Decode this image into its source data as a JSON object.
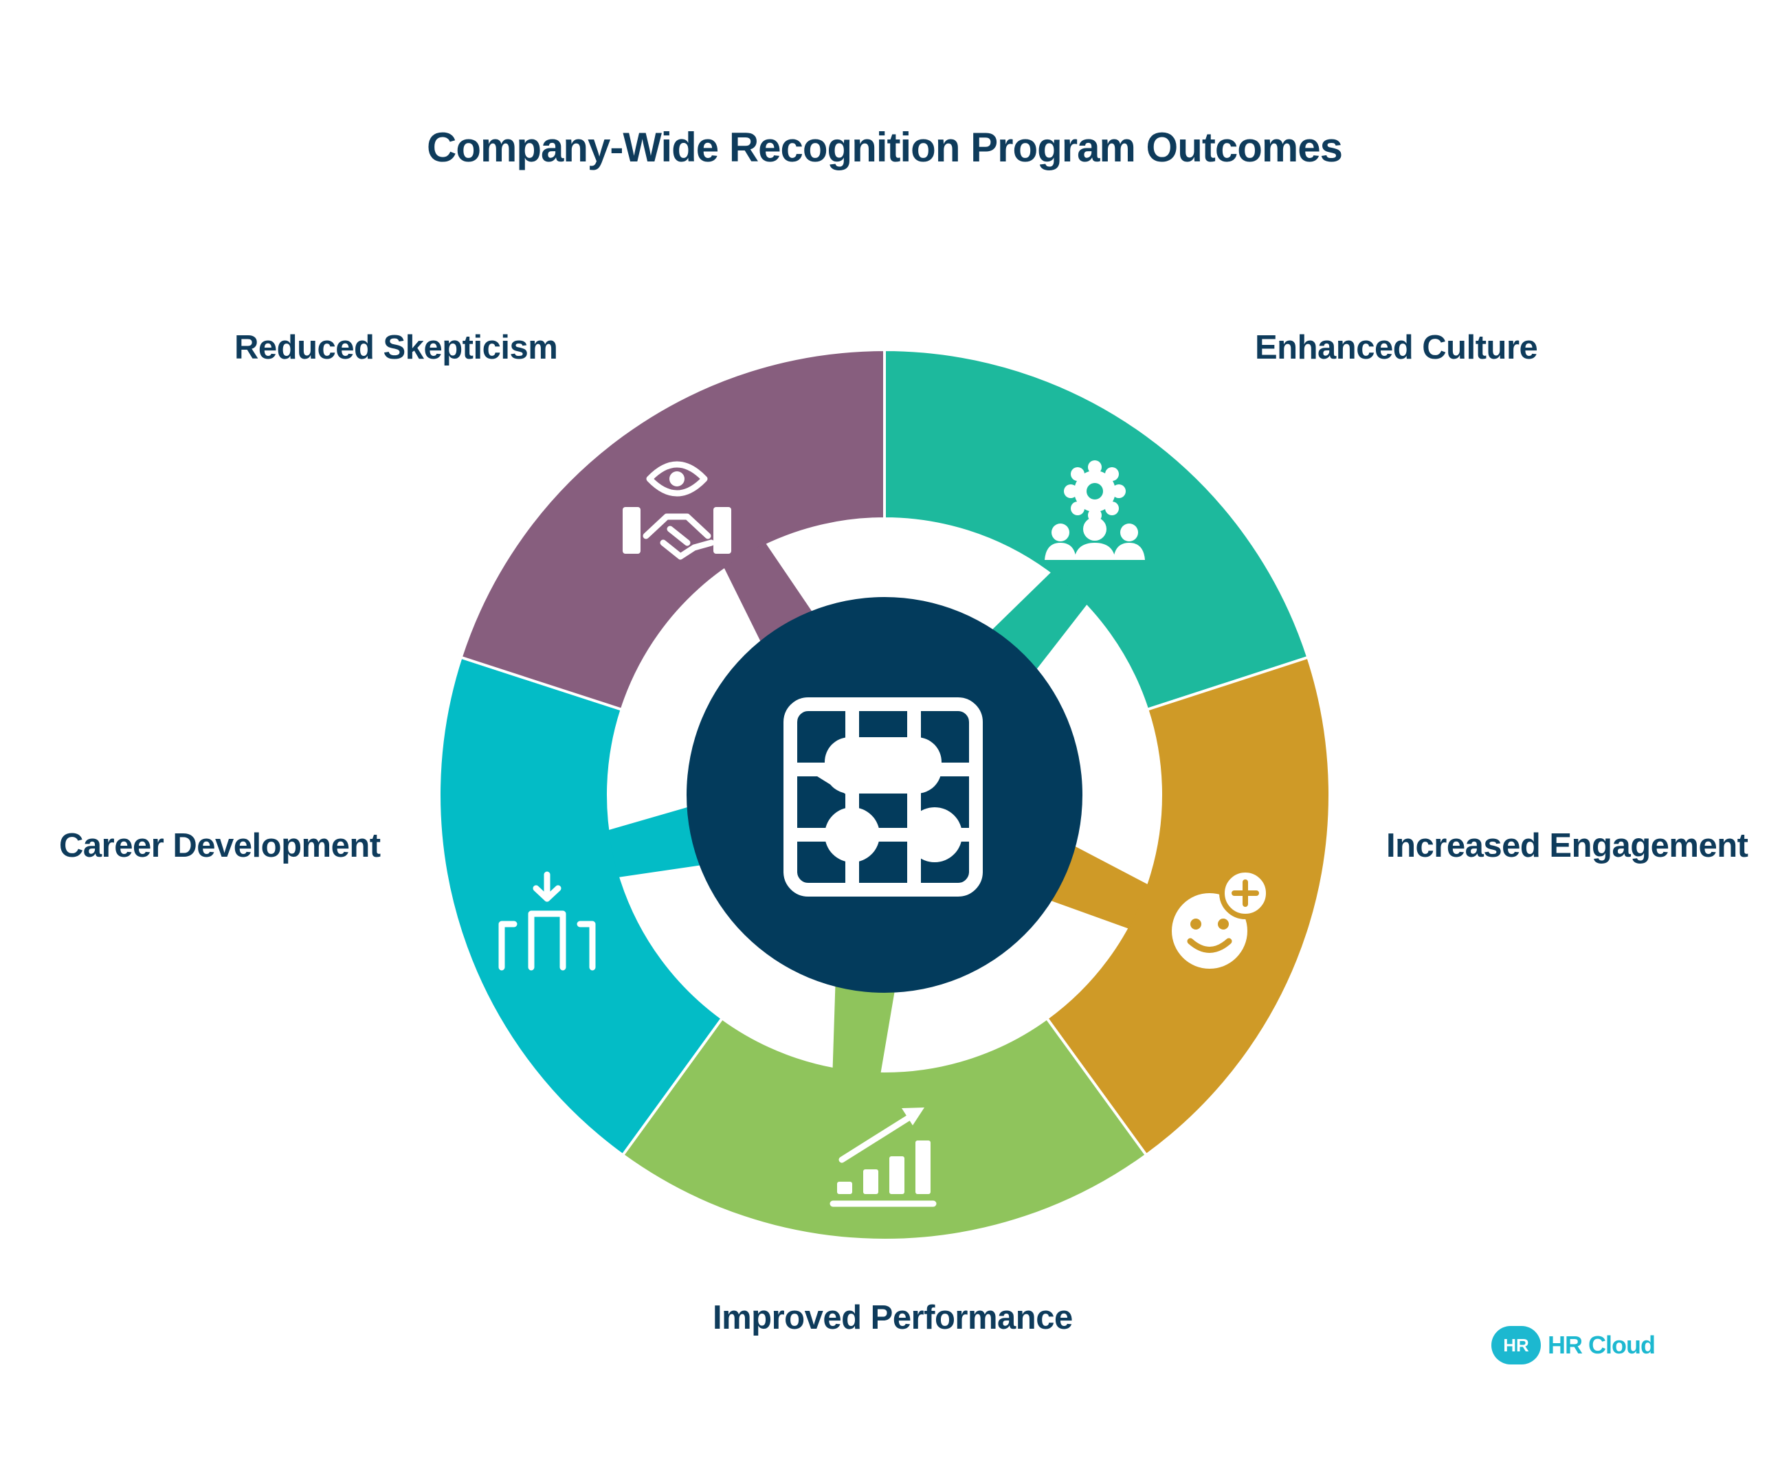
{
  "title": "Company-Wide Recognition Program Outcomes",
  "segments": [
    {
      "label": "Enhanced Culture",
      "color": "#1db99d",
      "icon": "people-gear-icon"
    },
    {
      "label": "Increased Engagement",
      "color": "#cf9a27",
      "icon": "smile-plus-icon"
    },
    {
      "label": "Improved Performance",
      "color": "#8fc45c",
      "icon": "bar-chart-up-icon"
    },
    {
      "label": "Career Development",
      "color": "#03bcc6",
      "icon": "career-ladder-icon"
    },
    {
      "label": "Reduced Skepticism",
      "color": "#875e7e",
      "icon": "eye-handshake-icon"
    }
  ],
  "center": {
    "color": "#033b5c",
    "icon": "network-grid-icon"
  },
  "logo": {
    "badge": "HR",
    "text": "HR Cloud"
  }
}
